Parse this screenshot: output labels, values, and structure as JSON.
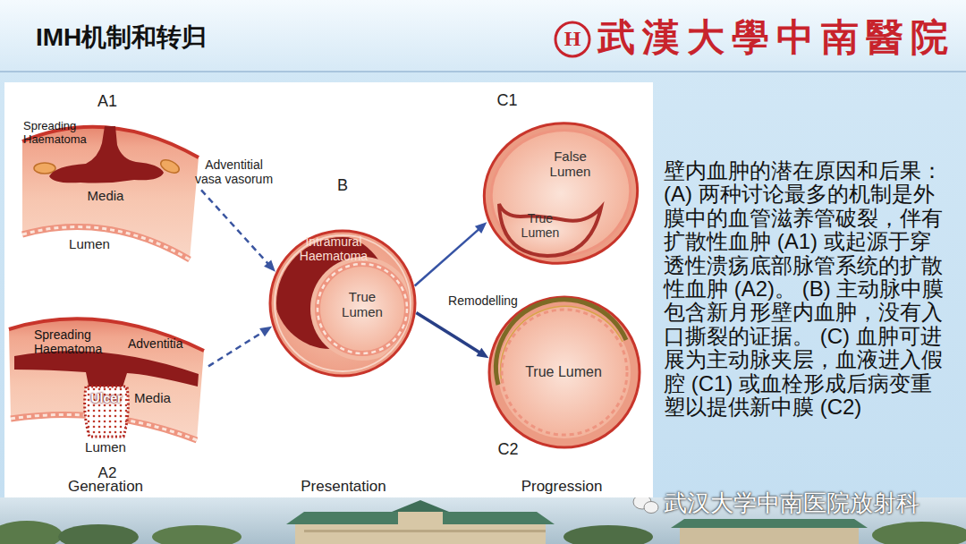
{
  "diagram": {
    "title": "IMH机制和转归",
    "nodes": [
      {
        "text": [
          "A1",
          "Spreading Haematoma",
          "Media",
          "Lumen"
        ]
      },
      {
        "text": [
          "Spreading Haematoma",
          "Adventitia",
          "Media",
          "Lumen",
          "A2"
        ]
      },
      {
        "text": [
          "Ulcer"
        ],
        "in": 1
      },
      {
        "text": [
          "B",
          "Intramural Haematoma"
        ]
      },
      {
        "text": [
          "True Lumen"
        ],
        "in": 3
      },
      {
        "text": [
          "C1",
          "False Lumen"
        ]
      },
      {
        "text": [
          "True Lumen"
        ],
        "in": 5
      },
      {
        "text": [
          "C2",
          "True Lumen"
        ]
      }
    ],
    "edges": [
      {
        "from": 0,
        "to": 3,
        "arrow": "to",
        "label": "Adventitial vasa vasorum"
      },
      {
        "from": 1,
        "to": 3,
        "arrow": "to"
      },
      {
        "from": 3,
        "to": 5,
        "arrow": "to"
      },
      {
        "from": 3,
        "to": 7,
        "arrow": "to",
        "label": "Remodelling"
      }
    ],
    "labels": [
      "H",
      "武漢大學中南醫院",
      "Generation",
      "Presentation",
      "Progression",
      "壁内血肿的潜在原因和后果：",
      "(A) 两种讨论最多的机制是外膜中的血管滋养管破裂，伴有扩散性血肿 (A1) 或起源于穿透性溃疡底部脉管系统的扩散性血肿 (A2)。 (B) 主动脉中膜包含新月形壁内血肿，没有入口撕裂的证据。 (C) 血肿可进展为主动脉夹层，血液进入假腔 (C1) 或血栓形成后病变重塑以提供新中膜 (C2)",
      "武汉大学中南医院放射科"
    ]
  }
}
